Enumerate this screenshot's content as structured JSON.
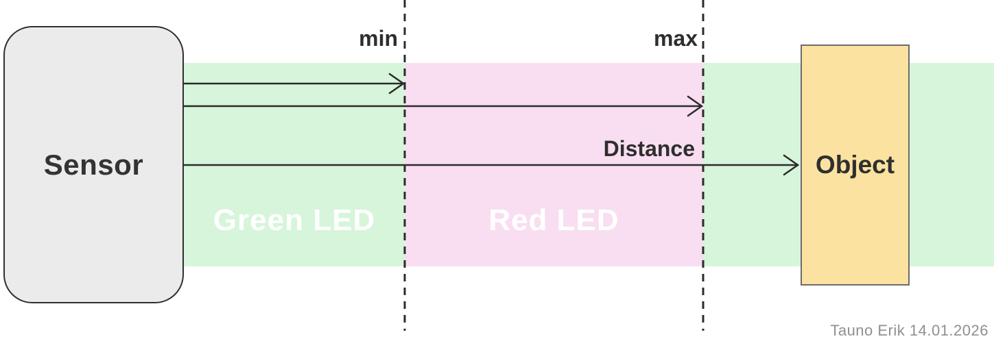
{
  "diagram": {
    "title_context": "Sensor distance threshold zones",
    "sensor_label": "Sensor",
    "object_label": "Object",
    "min_label": "min",
    "max_label": "max",
    "distance_label": "Distance",
    "green_zone_label": "Green LED",
    "red_zone_label": "Red LED",
    "attribution": "Tauno Erik 14.01.2026",
    "colors": {
      "green_zone": "#d6f5da",
      "red_zone": "#f8def0",
      "sensor_fill": "#ebebeb",
      "object_fill": "#fce2a0",
      "line": "#2b2b2b",
      "zone_label_text": "#ffffff",
      "label_text": "#2e2e2e",
      "attribution_text": "#8f8f8f"
    }
  }
}
